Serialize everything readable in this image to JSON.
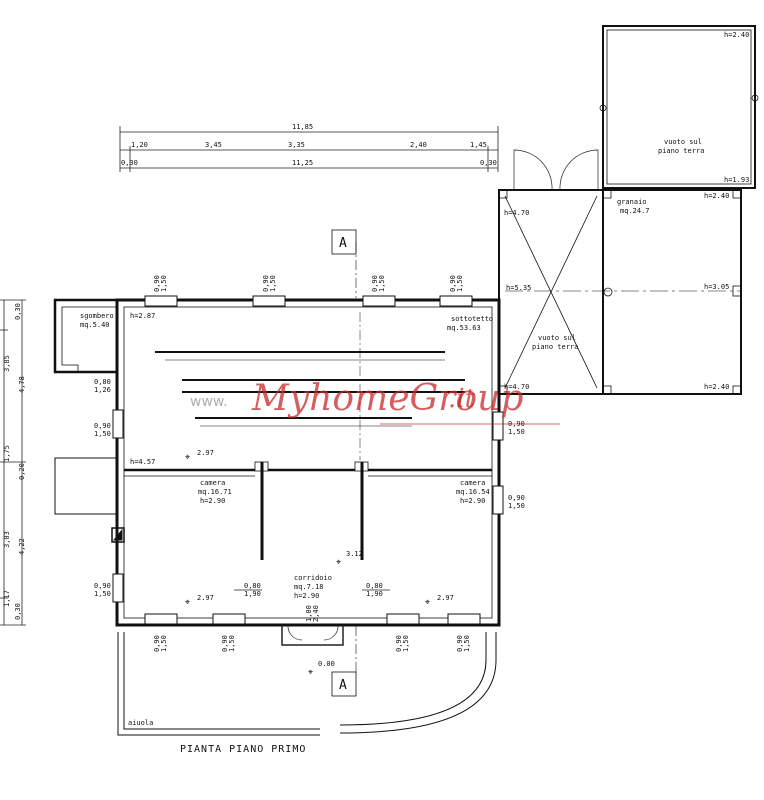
{
  "top_dims": {
    "total_outer": "11,85",
    "segments": [
      "1,20",
      "3,45",
      "3,35",
      "2,40",
      "1,45"
    ],
    "offset_left": "0,30",
    "total_inner": "11,25",
    "offset_right": "0,30"
  },
  "left_dims": {
    "outer": [
      "0,30",
      "3,85",
      "1,75",
      "3,03",
      "1,17",
      "0,30"
    ],
    "inner": [
      "4,78",
      "0,20",
      "4,22"
    ]
  },
  "section_marks": [
    "A",
    "A"
  ],
  "windows": {
    "top_1": {
      "a": "0,90",
      "b": "1,50"
    },
    "top_2": {
      "a": "0,90",
      "b": "1,50"
    },
    "top_3": {
      "a": "0,90",
      "b": "1,50"
    },
    "top_4": {
      "a": "0,90",
      "b": "1,50"
    },
    "left_upper": {
      "a": "0,80",
      "b": "1,26"
    },
    "left_mid": {
      "a": "0,90",
      "b": "1,50"
    },
    "left_low": {
      "a": "0,90",
      "b": "1,50"
    },
    "right_mid": {
      "a": "0,90",
      "b": "1,50"
    },
    "right_camera": {
      "a": "0,90",
      "b": "1,50"
    },
    "bottom_1": {
      "a": "0,90",
      "b": "1,50"
    },
    "bottom_2": {
      "a": "0,90",
      "b": "1,50"
    },
    "bottom_3": {
      "a": "0,90",
      "b": "1,50"
    },
    "bottom_4": {
      "a": "0,90",
      "b": "1,50"
    },
    "door_left": {
      "a": "0,80",
      "b": "1,90"
    },
    "door_right": {
      "a": "0,80",
      "b": "1,90"
    },
    "entrance": {
      "a": "1,00",
      "b": "2,40"
    }
  },
  "rooms": {
    "sgombero": {
      "name": "sgombero",
      "area": "mq.5.40"
    },
    "sottotetto": {
      "name": "sottotetto",
      "area": "mq.53.63"
    },
    "camera_left": {
      "name": "camera",
      "area": "mq.16.71",
      "height": "h=2.90"
    },
    "camera_right": {
      "name": "camera",
      "area": "mq.16.54",
      "height": "h=2.90"
    },
    "corridoio": {
      "name": "corridoio",
      "area": "mq.7.18",
      "height": "h=2.90"
    },
    "granaio": {
      "name": "granaio",
      "area": "mq.24.7"
    },
    "vuoto_top": {
      "line1": "vuoto sul",
      "line2": "piano terra"
    },
    "vuoto_mid": {
      "line1": "vuoto sul",
      "line2": "piano terra"
    },
    "aiuola": "aiuola"
  },
  "heights": {
    "h_287": "h=2.87",
    "h_457": "h=4.57",
    "h_470_top": "h=4.70",
    "h_535": "h=5.35",
    "h_470_bot": "h=4.70",
    "h_240_top": "h=2.40",
    "h_193": "h=1.93",
    "h_240_gran": "h=2.40",
    "h_305": "h=3.05",
    "h_240_bot": "h=2.40"
  },
  "levels": [
    "2.97",
    "2.97",
    "2.97",
    "3.12",
    "0.00"
  ],
  "title": "PIANTA PIANO PRIMO",
  "watermark": {
    "prefix": "www.",
    "brand": "MyhomeGroup",
    "suffix": ".it"
  }
}
